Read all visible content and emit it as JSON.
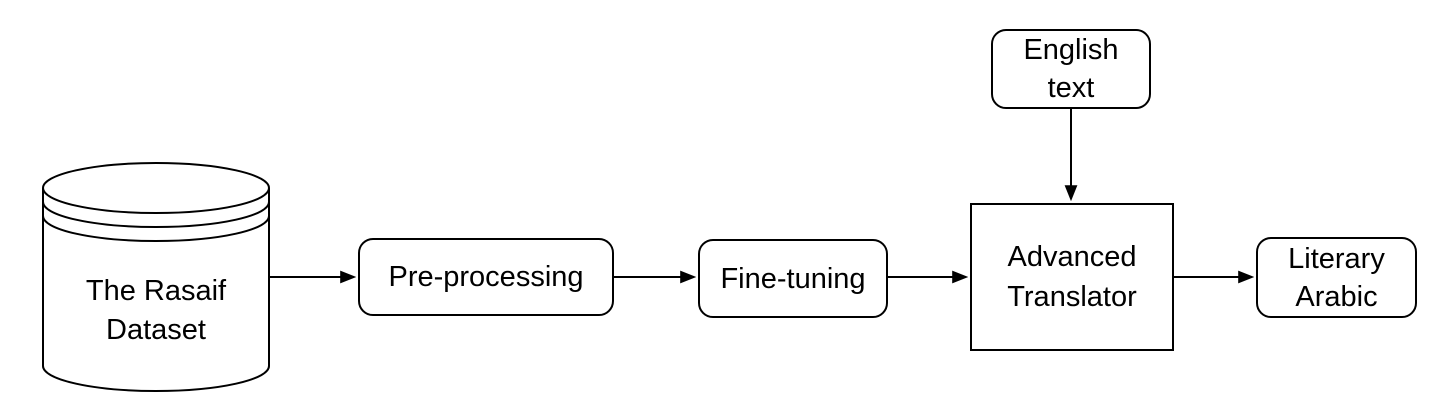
{
  "diagram": {
    "description": "Flowchart of a translation pipeline",
    "colors": {
      "background": "#ffffff",
      "stroke": "#000000",
      "text": "#000000",
      "node_fill": "#ffffff"
    },
    "nodes": {
      "dataset": {
        "shape": "database-cylinder",
        "label_line1": "The Rasaif",
        "label_line2": "Dataset"
      },
      "preprocessing": {
        "shape": "rounded-rectangle",
        "label": "Pre-processing"
      },
      "finetuning": {
        "shape": "rounded-rectangle",
        "label": "Fine-tuning"
      },
      "translator": {
        "shape": "rectangle",
        "label_line1": "Advanced",
        "label_line2": "Translator"
      },
      "english": {
        "shape": "rounded-rectangle",
        "label_line1": "English",
        "label_line2": "text"
      },
      "literary": {
        "shape": "rounded-rectangle",
        "label_line1": "Literary",
        "label_line2": "Arabic"
      }
    },
    "edges": [
      {
        "from": "The Rasaif Dataset",
        "to": "Pre-processing",
        "direction": "right"
      },
      {
        "from": "Pre-processing",
        "to": "Fine-tuning",
        "direction": "right"
      },
      {
        "from": "Fine-tuning",
        "to": "Advanced Translator",
        "direction": "right"
      },
      {
        "from": "English text",
        "to": "Advanced Translator",
        "direction": "down"
      },
      {
        "from": "Advanced Translator",
        "to": "Literary Arabic",
        "direction": "right"
      }
    ]
  }
}
